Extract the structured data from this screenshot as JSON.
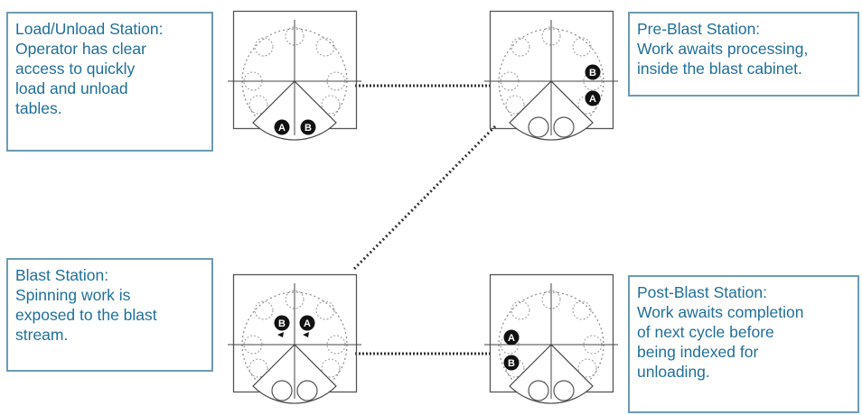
{
  "callouts": {
    "load_unload": {
      "title": "Load/Unload Station:",
      "lines": [
        "Operator has clear",
        "access to quickly",
        "load and unload",
        "tables."
      ]
    },
    "pre_blast": {
      "title": "Pre-Blast Station:",
      "lines": [
        "Work awaits processing,",
        "inside the blast cabinet."
      ]
    },
    "blast": {
      "title": "Blast Station:",
      "lines": [
        "Spinning work is",
        "exposed to the blast",
        "stream."
      ]
    },
    "post_blast": {
      "title": "Post-Blast Station:",
      "lines": [
        "Work awaits completion",
        "of next cycle before",
        "being indexed for",
        "unloading."
      ]
    }
  },
  "table_labels": {
    "a": "A",
    "b": "B"
  },
  "colors": {
    "callout_border": "#6b9bb4",
    "callout_text": "#1f6f9a",
    "line": "#333333",
    "marker_fill": "#111111",
    "marker_text": "#ffffff"
  },
  "icons": {
    "connector": "dotted-line",
    "station": "rotary-table-station",
    "table_marker": "filled-circle-letter",
    "rotation_arrow": "triangle-arrow"
  }
}
